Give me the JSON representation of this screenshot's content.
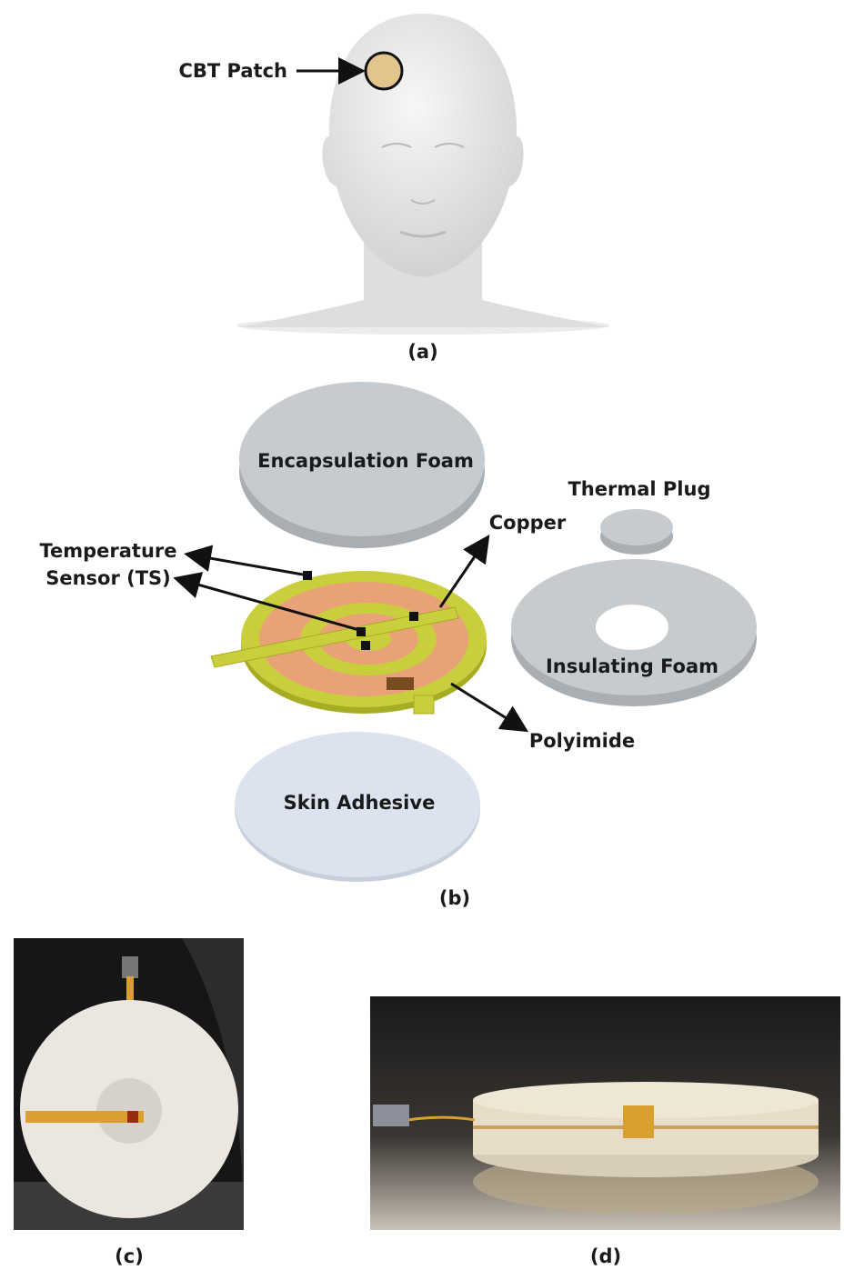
{
  "panel_a": {
    "patch_label": "CBT Patch",
    "caption": "(a)"
  },
  "panel_b": {
    "encapsulation": "Encapsulation Foam",
    "thermal_plug": "Thermal Plug",
    "copper": "Copper",
    "temp_sensor_line1": "Temperature",
    "temp_sensor_line2": "Sensor (TS)",
    "insulating": "Insulating Foam",
    "polyimide": "Polyimide",
    "skin_adhesive": "Skin Adhesive",
    "caption": "(b)"
  },
  "panel_c": {
    "caption": "(c)"
  },
  "panel_d": {
    "caption": "(d)"
  },
  "colors": {
    "foam": "#c6cbd0",
    "polyimide": "#c9cf3c",
    "copper": "#e9a177",
    "adhesive": "#dde3ee",
    "patch": "#e2c58c"
  }
}
